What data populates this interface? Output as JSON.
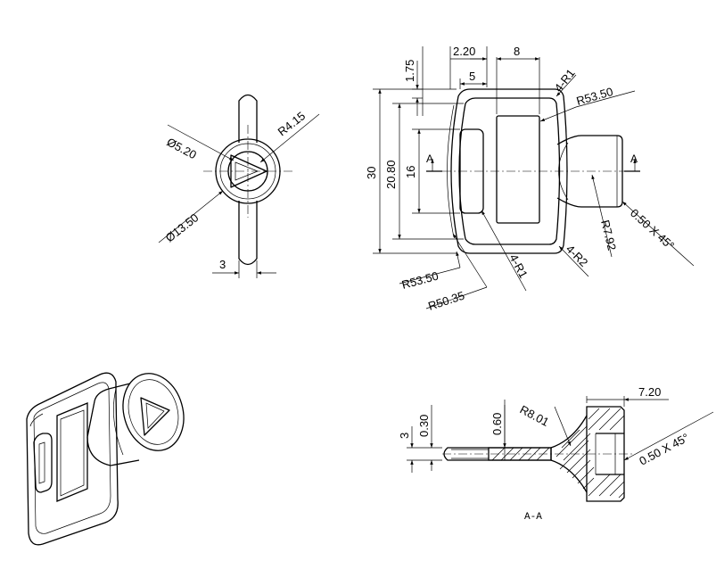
{
  "front_view": {
    "dia_bore": "Ø5.20",
    "radius_tri": "R4.15",
    "dia_boss": "Ø13.50",
    "width_3": "3"
  },
  "side_view": {
    "dim_1_75": "1.75",
    "dim_2_20": "2.20",
    "dim_8": "8",
    "dim_5": "5",
    "dim_30": "30",
    "dim_20_80": "20.80",
    "dim_16": "16",
    "r1_top": "4-R1",
    "r53_top": "R53.50",
    "r7_92": "R7.92",
    "chamfer": "0.50 X 45°",
    "r2": "4-R2",
    "r1_bottom": "4-R1",
    "r53_bottom": "R53.50",
    "r50_35": "R50.35",
    "section_mark_left": "A",
    "section_mark_right": "A"
  },
  "section_view": {
    "dim_7_20": "7.20",
    "dim_3": "3",
    "dim_0_30": "0.30",
    "dim_0_60": "0.60",
    "r8_01": "R8.01",
    "chamfer": "0.50 X 45°",
    "title": "A-A"
  }
}
